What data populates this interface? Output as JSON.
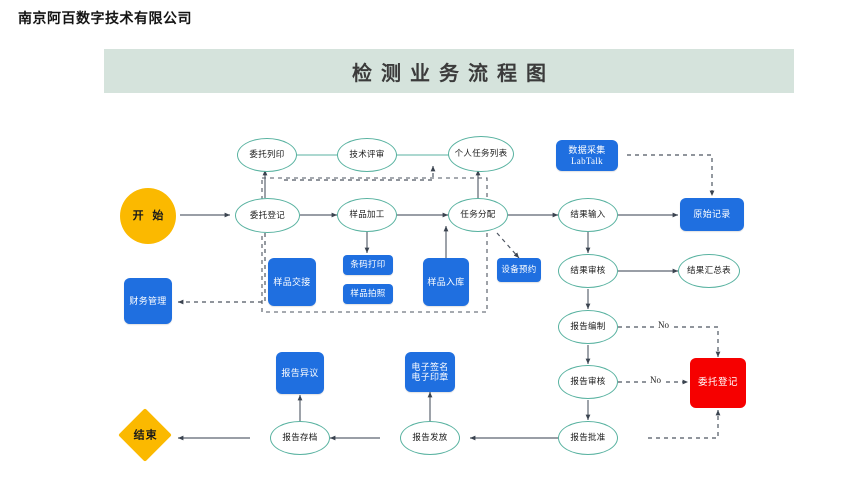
{
  "header": {
    "company": "南京阿百数字技术有限公司",
    "title": "检测业务流程图"
  },
  "colors": {
    "banner": "#d5e3dc",
    "ellipse_border": "#58b2a0",
    "blue": "#1f6fe0",
    "red": "#f60000",
    "amber": "#fbb900",
    "edge": "#555f6b"
  },
  "nodes": {
    "start": "开 始",
    "end": "结束",
    "weituo_liyin": "委托列印",
    "jishu_pingshen": "技术评审",
    "geren_renwu_liebiao": "个人任务列表",
    "shuju_caiji": "数据采集\nLabTalk",
    "weituo_dengji": "委托登记",
    "yangpin_jiagong": "样品加工",
    "renwu_fenpei": "任务分配",
    "jieguo_shuru": "结果输入",
    "yuanshi_jilu": "原始记录",
    "caiwu_guanli": "财务管理",
    "yangpin_jiaojie": "样品交接",
    "tiaoma_dayin": "条码打印",
    "yangpin_paizhao": "样品拍照",
    "yangpin_ruku": "样品入库",
    "shebei_yuyue": "设备预约",
    "jieguo_shenhe": "结果审核",
    "jieguo_huizongbiao": "结果汇总表",
    "baogao_bianzhi": "报告编制",
    "baogao_shenhe": "报告审核",
    "weituo_dengji_red": "委托登记",
    "baogao_yiyi": "报告异议",
    "dianzi_qianming": "电子签名\n电子印章",
    "baogao_pizhun": "报告批准",
    "baogao_fafang": "报告发放",
    "baogao_cundang": "报告存档"
  },
  "edge_labels": {
    "no_bianzhi": "No",
    "no_shenhe": "No"
  }
}
